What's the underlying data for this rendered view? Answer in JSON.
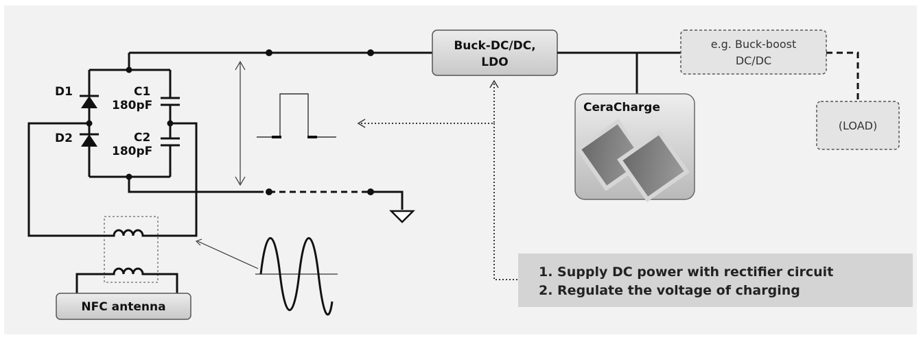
{
  "components": {
    "d1": "D1",
    "d2": "D2",
    "c1": "C1",
    "c1_value": "180pF",
    "c2": "C2",
    "c2_value": "180pF"
  },
  "blocks": {
    "regulator_line1": "Buck-DC/DC,",
    "regulator_line2": "LDO",
    "buckboost_line1": "e.g. Buck-boost",
    "buckboost_line2": "DC/DC",
    "storage": "CeraCharge",
    "load": "(LOAD)",
    "antenna": "NFC antenna"
  },
  "note": {
    "items": [
      "1. Supply DC power with rectifier circuit",
      "2. Regulate the voltage of charging"
    ]
  },
  "colors": {
    "panel_background": "#f2f2f2",
    "wire": "#111111",
    "block_fill": "#d9d9d9",
    "note_background": "#d4d4d4"
  }
}
